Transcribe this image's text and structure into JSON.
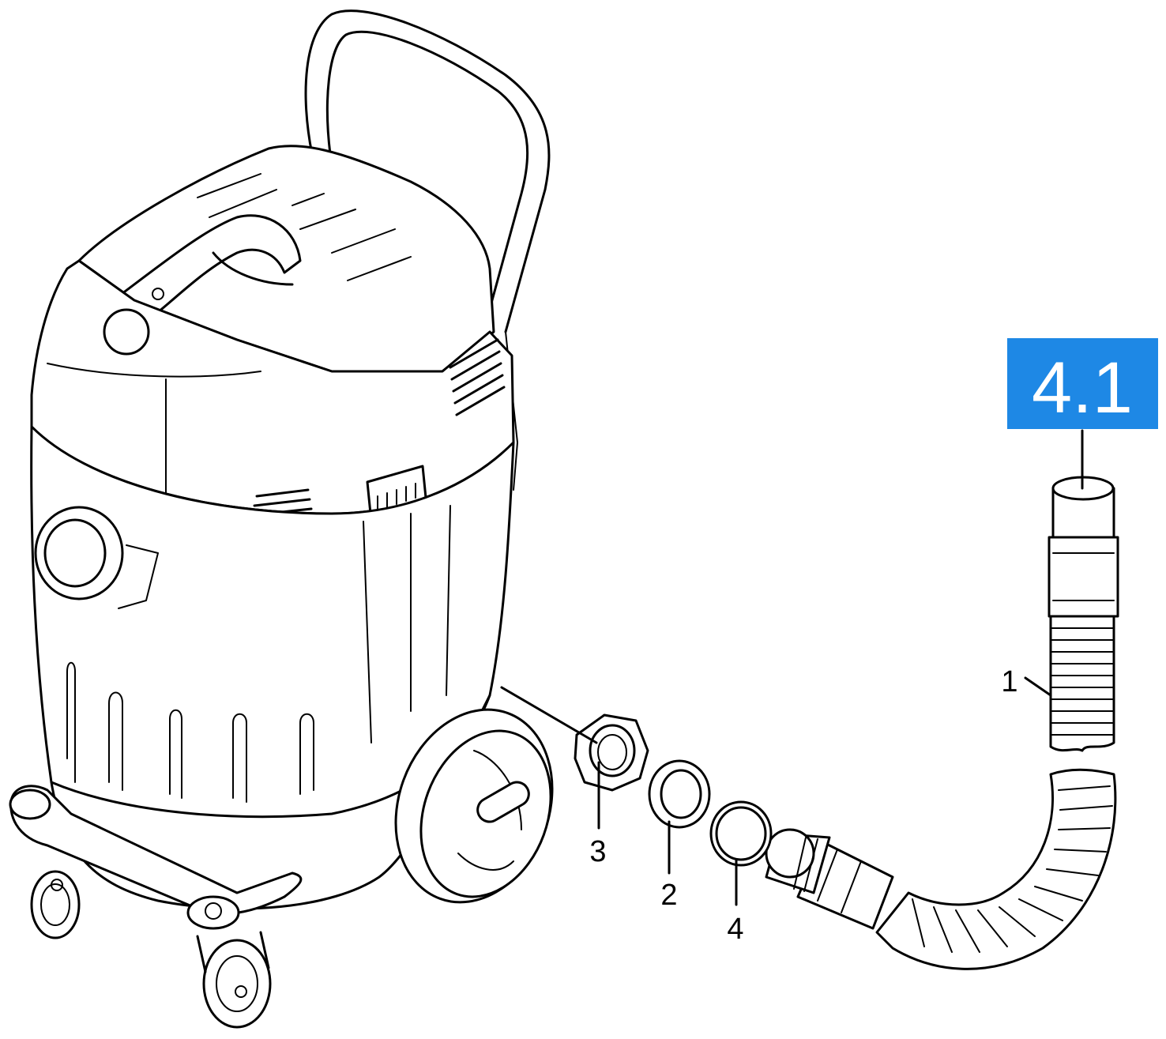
{
  "badge": {
    "text": "4.1",
    "color": "#1e88e5"
  },
  "callouts": [
    {
      "number": "1"
    },
    {
      "number": "2"
    },
    {
      "number": "3"
    },
    {
      "number": "4"
    }
  ]
}
